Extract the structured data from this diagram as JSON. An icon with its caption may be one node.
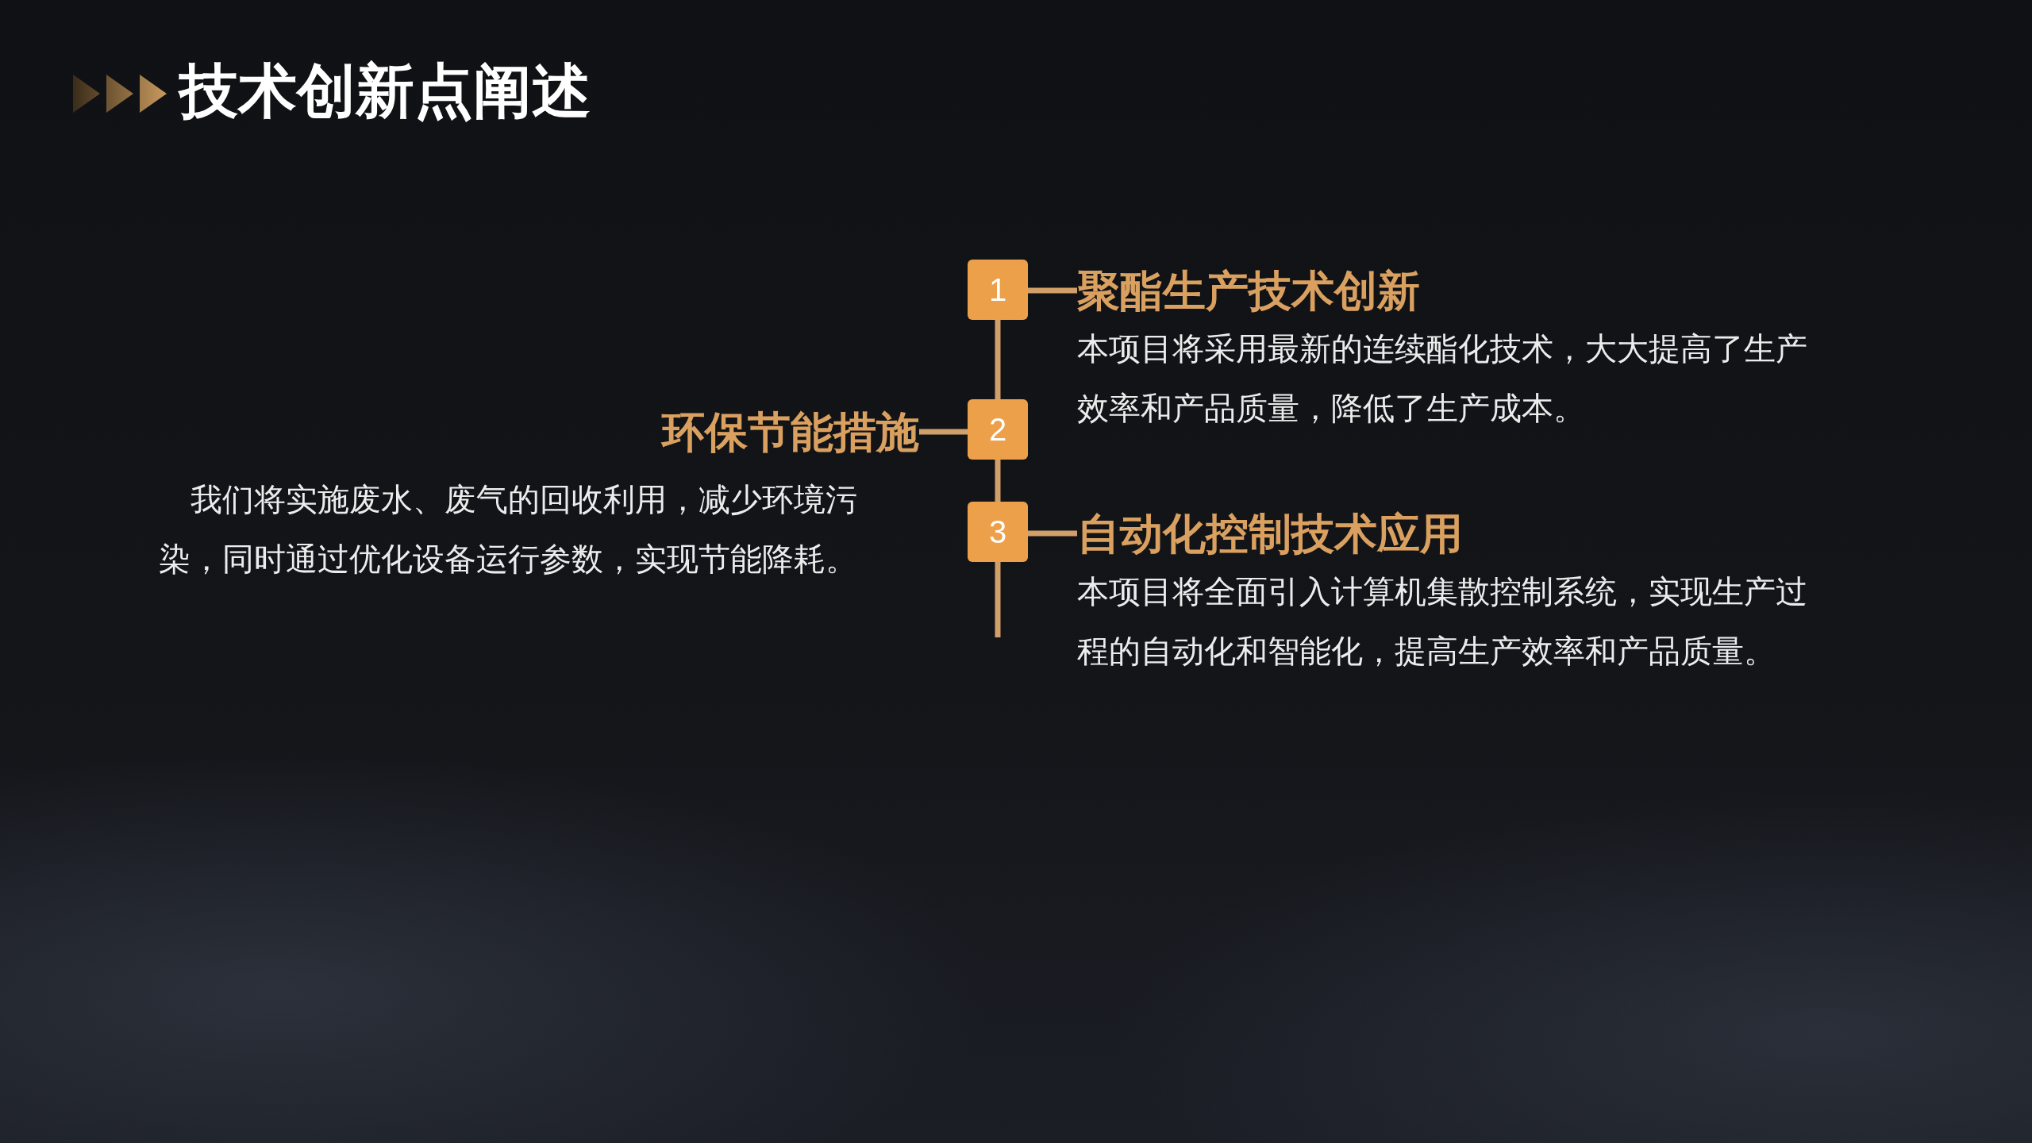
{
  "diagram": {
    "title": "技术创新点阐述",
    "nodes": [
      {
        "text": [
          "1"
        ]
      },
      {
        "text": [
          "2"
        ]
      },
      {
        "text": [
          "3"
        ]
      },
      {
        "text": [
          "聚酯生产技术创新",
          "本项目将采用最新的连续酯化技术，大大提高了生产效率和产品质量，降低了生产成本。"
        ]
      },
      {
        "text": [
          "环保节能措施",
          "我们将实施废水、废气的回收利用，减少环境污染，同时通过优化设备运行参数，实现节能降耗。"
        ]
      },
      {
        "text": [
          "自动化控制技术应用",
          "本项目将全面引入计算机集散控制系统，实现生产过程的自动化和智能化，提高生产效率和产品质量。"
        ]
      }
    ],
    "edges": [
      {
        "from": 0,
        "to": 1,
        "arrow": "none"
      },
      {
        "from": 1,
        "to": 2,
        "arrow": "none"
      },
      {
        "from": 2,
        "to": null,
        "arrow": "none"
      },
      {
        "from": 0,
        "to": 3,
        "arrow": "none"
      },
      {
        "from": 1,
        "to": 4,
        "arrow": "none"
      },
      {
        "from": 2,
        "to": 5,
        "arrow": "none"
      }
    ]
  }
}
